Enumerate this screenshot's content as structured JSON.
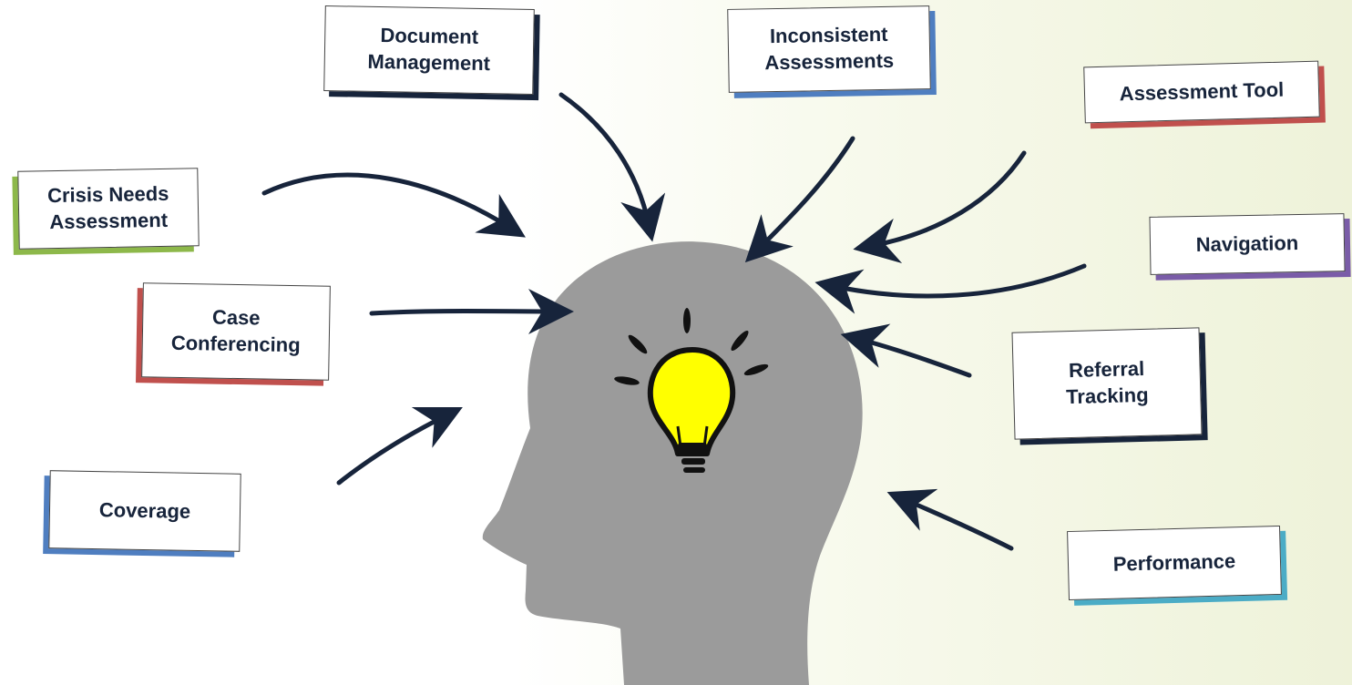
{
  "boxes": {
    "document_management": "Document\nManagement",
    "inconsistent_assessments": "Inconsistent\nAssessments",
    "assessment_tool": "Assessment Tool",
    "crisis_needs_assessment": "Crisis Needs\nAssessment",
    "navigation": "Navigation",
    "case_conferencing": "Case\nConferencing",
    "referral_tracking": "Referral\nTracking",
    "coverage": "Coverage",
    "performance": "Performance"
  },
  "colors": {
    "arrow": "#17243b",
    "head": "#9b9b9b",
    "bulb": "#ffff00",
    "text": "#17243b",
    "accent_green": "#8db84a",
    "accent_red": "#c0504d",
    "accent_blue": "#4f7ec0",
    "accent_purple": "#7a5ca8",
    "accent_teal": "#4bacc6"
  },
  "icons": {
    "head": "head-silhouette-icon",
    "idea": "lightbulb-icon"
  }
}
